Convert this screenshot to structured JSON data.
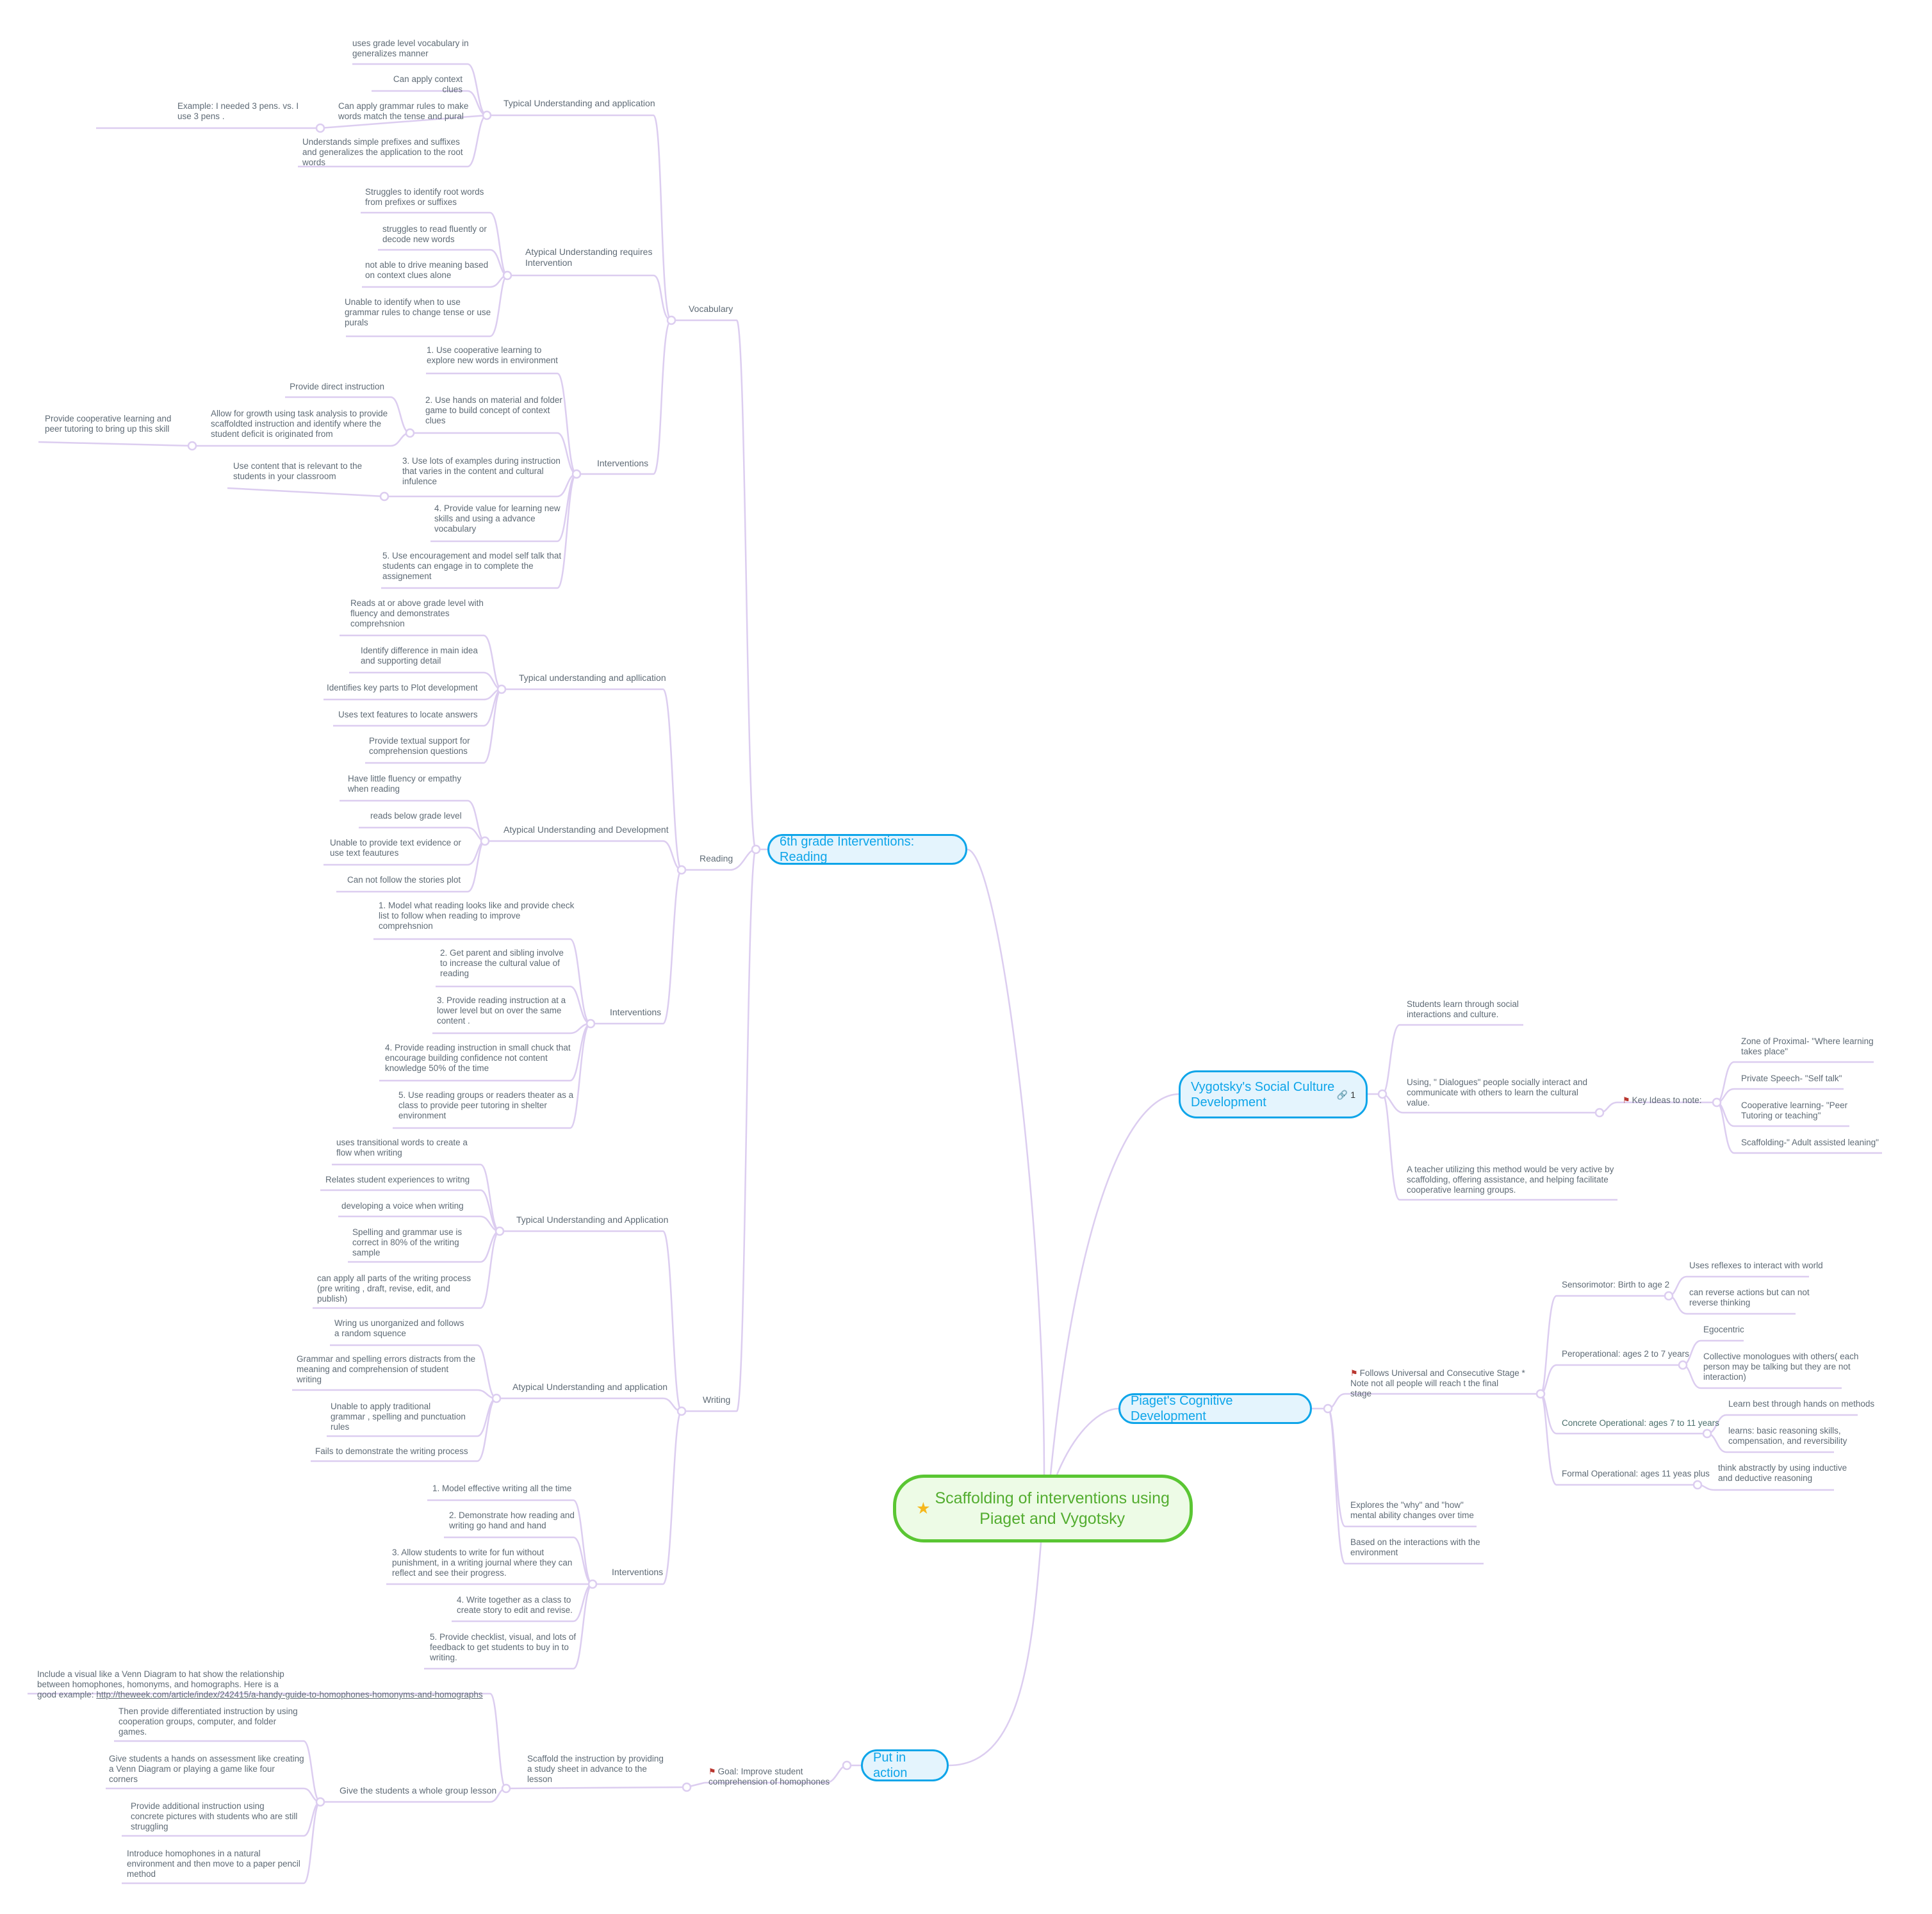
{
  "center": {
    "icon": "star-icon",
    "label": "Scaffolding of interventions using\nPiaget and Vygotsky",
    "colors": {
      "border": "#5ac633",
      "fill": "#edfbe6",
      "text": "#53ad30"
    }
  },
  "branch_colors": {
    "main_border": "#0ea5e9",
    "main_fill": "#e4f4fd",
    "connector": "#dccdf0",
    "text": "#5f6b76",
    "flag": "#b9362f"
  },
  "reading": {
    "label": "6th grade  Interventions: Reading",
    "vocabulary": {
      "label": "Vocabulary",
      "typical": {
        "label": "Typical Understanding and application",
        "items": [
          "uses grade level vocabulary in\ngeneralizes manner",
          "Can apply context clues",
          "Can apply grammar rules to make\nwords match the tense and pural",
          "Understands simple prefixes and suffixes\n and generalizes the application to the root\nwords"
        ],
        "example": "Example:  I needed 3 pens.   vs. I\nuse 3 pens ."
      },
      "atypical": {
        "label": "Atypical Understanding requires\nIntervention",
        "items": [
          "Struggles to identify root words\nfrom prefixes or suffixes",
          "struggles to read fluently or\ndecode new words",
          "not able to drive meaning based\non context clues alone",
          "Unable to identify when to use\ngrammar rules to change tense or use\npurals"
        ]
      },
      "interventions": {
        "label": "Interventions",
        "items": [
          "1. Use cooperative learning to\nexplore new words in environment",
          "2. Use hands on material and folder\ngame to build concept of context\nclues",
          "3. Use lots of examples during instruction\nthat varies in the content and cultural\ninfulence",
          "4. Provide value for learning new\nskills and using a advance\nvocabulary",
          "5. Use encouragement and model self talk that\nstudents can engage in to complete the\nassignement"
        ],
        "sub2": [
          "Provide direct instruction",
          "Allow for growth using task analysis to provide\nscaffoldted instruction and identify where the\nstudent deficit is originated from"
        ],
        "sub2b": "Provide cooperative learning and\npeer tutoring to bring up this skill",
        "sub3": "Use content that is relevant to the\nstudents in your classroom"
      }
    },
    "reading_sub": {
      "label": "Reading",
      "typical": {
        "label": "Typical understanding and apllication",
        "items": [
          "Reads at or above grade level with\nfluency and demonstrates\ncomprehsnion",
          "Identify difference in main idea\nand supporting detail",
          "Identifies key parts to Plot development",
          "Uses text features to locate answers",
          "Provide textual support for\ncomprehension questions"
        ]
      },
      "atypical": {
        "label": "Atypical Understanding and Development",
        "items": [
          "Have little fluency or empathy\nwhen reading",
          "reads below grade level",
          "Unable to provide text evidence or\nuse text feautures",
          "Can not follow the stories plot"
        ]
      },
      "interventions": {
        "label": "Interventions",
        "items": [
          "1. Model what reading looks like and provide check\nlist to follow when reading to improve\ncomprehsnion",
          "2. Get parent  and sibling involve\nto increase the cultural value of\nreading",
          "3. Provide reading instruction at a\nlower level but on over the same\ncontent .",
          "4. Provide reading instruction in small chuck that\nencourage building confidence not content\nknowledge 50%  of the time",
          "5. Use reading groups or readers theater as a\nclass to provide peer tutoring in shelter\nenvironment"
        ]
      }
    },
    "writing": {
      "label": "Writing",
      "typical": {
        "label": "Typical Understanding and Application",
        "items": [
          "uses transitional words to create a\nflow when writing",
          "Relates student experiences to writng",
          "developing a voice when writing",
          "Spelling and grammar use is\ncorrect in 80% of the writing\nsample",
          "can apply all parts of the writing process\n(pre writing , draft, revise, edit, and\npublish)"
        ]
      },
      "atypical": {
        "label": "Atypical Understanding and application",
        "items": [
          "Wring us unorganized and follows\na random squence",
          "Grammar and spelling errors distracts from the\nmeaning and comprehension of student\nwriting",
          "Unable to apply traditional\ngrammar , spelling and punctuation\nrules",
          "Fails to demonstrate the writing process"
        ]
      },
      "interventions": {
        "label": "Interventions",
        "items": [
          "1. Model effective writing all the time",
          "2. Demonstrate how reading and\nwriting go hand and hand",
          "3. Allow students to write for fun without\n punishment, in a writing journal where they can\nreflect and see their progress.",
          "4. Write together as a class to\ncreate story to edit and revise.",
          "5. Provide checklist, visual, and lots of\nfeedback  to get students to buy in to\nwriting."
        ]
      }
    }
  },
  "vygotsky": {
    "label": "Vygotsky's Social Culture\nDevelopment",
    "link_icon": "link-icon",
    "link_count": "1",
    "items": [
      "Students learn through social\ninteractions and culture.",
      "Using, \" Dialogues\" people socially interact and\ncommunicate with others to learn the cultural\nvalue.",
      "A teacher utilizing this method would be very active by\nscaffolding, offering assistance, and helping facilitate\ncooperative learning groups."
    ],
    "key_ideas": {
      "label": "Key Ideas to note:",
      "items": [
        "Zone of Proximal- \"Where learning\ntakes place\"",
        "Private Speech- \"Self talk\"",
        "Cooperative learning- \"Peer\nTutoring or teaching\"",
        "Scaffolding-\" Adult assisted leaning\""
      ]
    }
  },
  "piaget": {
    "label": "Piaget's Cognitive Development",
    "stages_parent": "Follows Universal and Consecutive Stage *\nNote not all people will reach t the final\nstage",
    "stages": [
      {
        "label": "Sensorimotor: Birth to age 2",
        "items": [
          "Uses reflexes to interact with world",
          "can reverse actions but can not\nreverse thinking"
        ]
      },
      {
        "label": "Peroperational: ages 2 to 7 years",
        "items": [
          "Egocentric",
          "Collective monologues with others( each\nperson may be talking but they are not\ninteraction)"
        ]
      },
      {
        "label": "Concrete Operational: ages 7 to 11 years",
        "items": [
          "Learn best through hands on methods",
          "learns: basic reasoning skills,\ncompensation, and reversibility"
        ]
      },
      {
        "label": "Formal Operational: ages 11 yeas plus",
        "items": [
          "think abstractly by using inductive\nand deductive reasoning"
        ]
      }
    ],
    "items": [
      "Explores the \"why\" and \"how\"\nmental ability changes over time",
      "Based on the interactions with the\nenvironment"
    ]
  },
  "action": {
    "label": "Put in action",
    "goal": "Goal: Improve student\ncomprehension of homophones",
    "scaffold": "Scaffold the instruction by providing\na study sheet in advance to the\nlesson",
    "visual_text": "Include a visual like  a Venn Diagram to hat show the relationship\nbetween homophones, homonyms, and homographs. Here is a\ngood example:  ",
    "visual_link": "http://theweek.com/article/index/242415/a-handy-guide-to-homophones-homonyms-and-homographs",
    "whole_group": "Give the students a whole group lesson",
    "whole_group_items": [
      "Then provide differentiated instruction by using\ncooperation groups, computer, and folder\ngames.",
      "Give students a hands on assessment like creating\na Venn Diagram  or playing a game like four\ncorners",
      "Provide additional instruction using\nconcrete pictures with students who are still\nstruggling",
      "Introduce homophones in a natural\nenvironment and then move to a paper pencil\nmethod"
    ]
  }
}
